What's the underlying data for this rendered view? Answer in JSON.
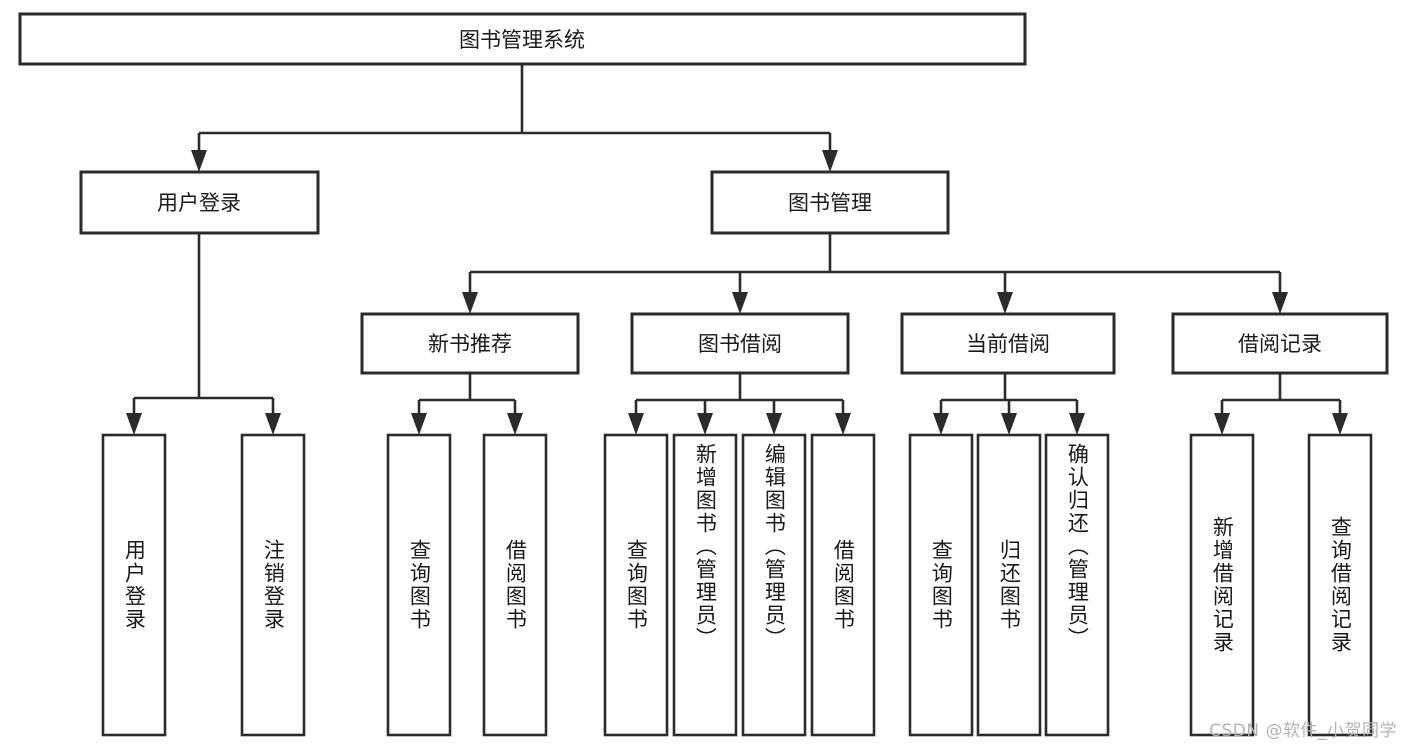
{
  "diagram": {
    "type": "tree",
    "title": "图书管理系统",
    "watermark": "CSDN @软件_小贺同学",
    "colors": {
      "stroke": "#2b2b2b",
      "fill": "#ffffff",
      "text": "#1a1a1a",
      "watermark": "#b4b4b4",
      "background": "#ffffff"
    },
    "root": {
      "label": "图书管理系统"
    },
    "level2": [
      {
        "label": "用户登录"
      },
      {
        "label": "图书管理"
      }
    ],
    "level3": [
      {
        "label": "新书推荐"
      },
      {
        "label": "图书借阅"
      },
      {
        "label": "当前借阅"
      },
      {
        "label": "借阅记录"
      }
    ],
    "leaves": {
      "user_login": [
        {
          "label": "用户登录"
        },
        {
          "label": "注销登录"
        }
      ],
      "new_book": [
        {
          "label": "查询图书"
        },
        {
          "label": "借阅图书"
        }
      ],
      "book_borrow": [
        {
          "label": "查询图书"
        },
        {
          "label": "新增图书（管理员）"
        },
        {
          "label": "编辑图书（管理员）"
        },
        {
          "label": "借阅图书"
        }
      ],
      "current_borrow": [
        {
          "label": "查询图书"
        },
        {
          "label": "归还图书"
        },
        {
          "label": "确认归还（管理员）"
        }
      ],
      "borrow_record": [
        {
          "label": "新增借阅记录"
        },
        {
          "label": "查询借阅记录"
        }
      ]
    }
  }
}
